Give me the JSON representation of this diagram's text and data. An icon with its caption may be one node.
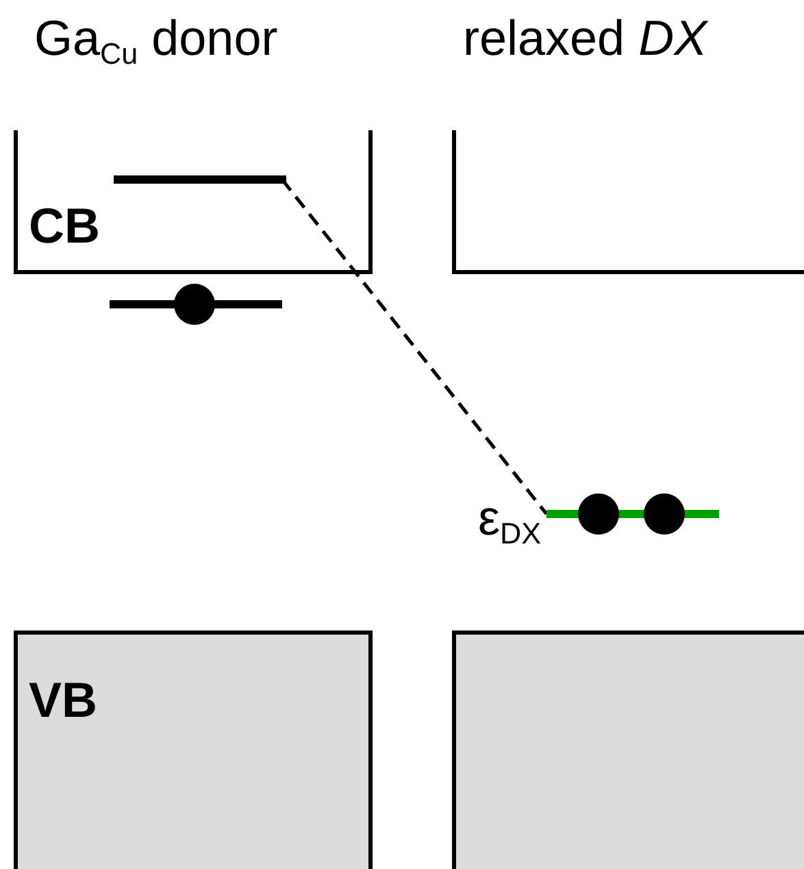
{
  "diagram": {
    "nodes": [
      {
        "text": [
          "CB"
        ]
      },
      {
        "text": [],
        "shape": "box"
      },
      {
        "text": [
          "VB"
        ]
      },
      {
        "text": [],
        "shape": "box"
      },
      {
        "text": [],
        "shape": "bar",
        "in": 0
      },
      {
        "text": [],
        "shape": "bar"
      },
      {
        "text": [],
        "shape": "bar",
        "beside": [
          "ε$_{DX}$"
        ]
      }
    ],
    "edges": [
      {
        "from": 4,
        "to": 6,
        "arrow": "none",
        "style": "dashed"
      }
    ],
    "labels": [
      "Ga$_{Cu}$ donor",
      "relaxed *DX*"
    ]
  }
}
